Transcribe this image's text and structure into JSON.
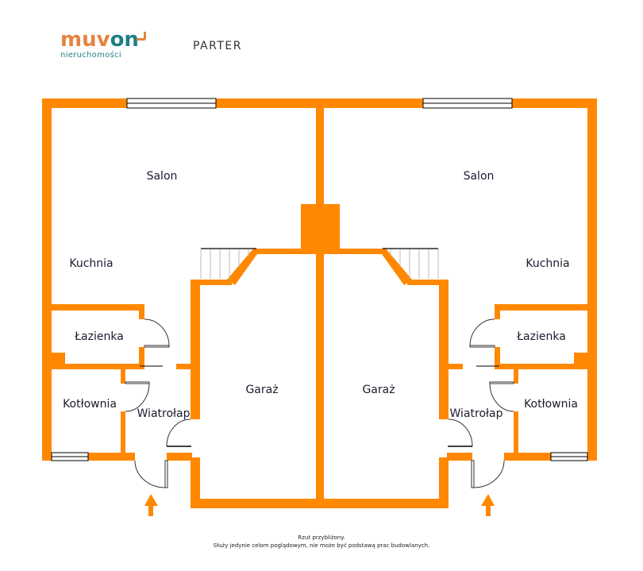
{
  "logo": {
    "brand_part1": "muv",
    "brand_part2": "on",
    "tagline": "nieruchomości"
  },
  "header": {
    "title": "PARTER"
  },
  "rooms": {
    "left": {
      "salon": "Salon",
      "kitchen": "Kuchnia",
      "bathroom": "Łazienka",
      "boiler": "Kotłownia",
      "vestibule": "Wiatrołap",
      "garage": "Garaż"
    },
    "right": {
      "salon": "Salon",
      "kitchen": "Kuchnia",
      "bathroom": "Łazienka",
      "boiler": "Kotłownia",
      "vestibule": "Wiatrołap",
      "garage": "Garaż"
    }
  },
  "footer": {
    "line1": "Rzut przybliżony.",
    "line2": "Służy jedynie celom poglądowym, nie może być podstawą prac budowlanych."
  },
  "colors": {
    "wall": "#ff8800",
    "text": "#1b1b2e",
    "brand_orange": "#e5843f",
    "brand_teal": "#1f7f87"
  }
}
